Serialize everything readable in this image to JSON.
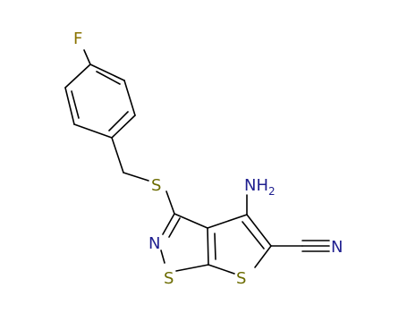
{
  "molecule": {
    "atoms": {
      "fluorine": {
        "label": "F",
        "color": "#8a7300"
      },
      "thioether_s": {
        "label": "S",
        "color": "#6b6b00"
      },
      "amino_n": {
        "label": "NH",
        "sub": "2",
        "color": "#1f1f8f"
      },
      "ring_n": {
        "label": "N",
        "color": "#1f1f8f"
      },
      "ring_s_left": {
        "label": "S",
        "color": "#6b6b00"
      },
      "ring_s_right": {
        "label": "S",
        "color": "#6b6b00"
      },
      "nitrile_n": {
        "label": "N",
        "color": "#1f1f8f"
      }
    }
  }
}
